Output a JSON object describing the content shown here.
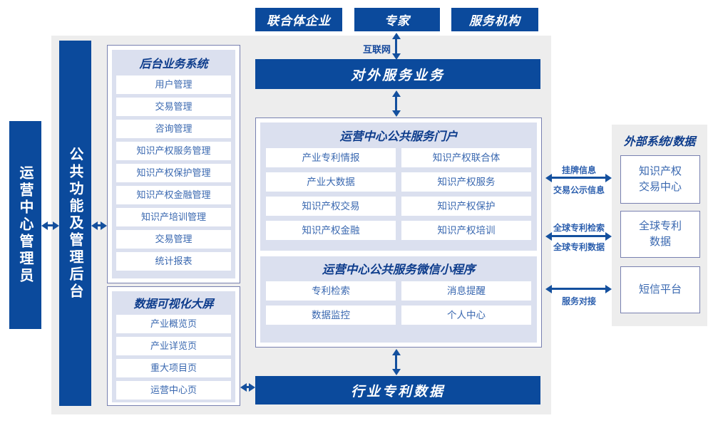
{
  "colors": {
    "primary_blue": "#0b4a9c",
    "backdrop_gray": "#ededed",
    "lavender_panel": "#dbe0ef",
    "item_text_blue": "#3a68b0",
    "title_navy": "#0d3c8c",
    "arrow_blue": "#14509e",
    "border_slate": "#7880b0"
  },
  "actors": [
    "联合体企业",
    "专家",
    "服务机构"
  ],
  "internet_label": "互联网",
  "external_service_bar": "对外服务业务",
  "admin_bar": "运营中心管理员",
  "backend_bar": "公共功能及管理后台",
  "backend_system": {
    "title": "后台业务系统",
    "items": [
      "用户管理",
      "交易管理",
      "咨询管理",
      "知识产权服务管理",
      "知识产权保护管理",
      "知识产权金融管理",
      "知识产培训管理",
      "交易管理",
      "统计报表"
    ]
  },
  "dataviz": {
    "title": "数据可视化大屏",
    "items": [
      "产业概览页",
      "产业详览页",
      "重大项目页",
      "运营中心页"
    ]
  },
  "portal": {
    "title": "运营中心公共服务门户",
    "items": [
      "产业专利情报",
      "知识产权联合体",
      "产业大数据",
      "知识产权服务",
      "知识产权交易",
      "知识产权保护",
      "知识产权金融",
      "知识产权培训"
    ]
  },
  "miniprogram": {
    "title": "运营中心公共服务微信小程序",
    "items": [
      "专利检索",
      "消息提醒",
      "数据监控",
      "个人中心"
    ]
  },
  "industry_data_bar": "行业专利数据",
  "external": {
    "title": "外部系统/数据",
    "boxes": [
      {
        "lines": [
          "知识产权",
          "交易中心"
        ]
      },
      {
        "lines": [
          "全球专利",
          "数据"
        ]
      },
      {
        "lines": [
          "短信平台"
        ]
      }
    ]
  },
  "link_labels": {
    "listing_info": "挂牌信息",
    "trade_publicity_info": "交易公示信息",
    "global_patent_search": "全球专利检索",
    "global_patent_data": "全球专利数据",
    "service_connect": "服务对接"
  }
}
